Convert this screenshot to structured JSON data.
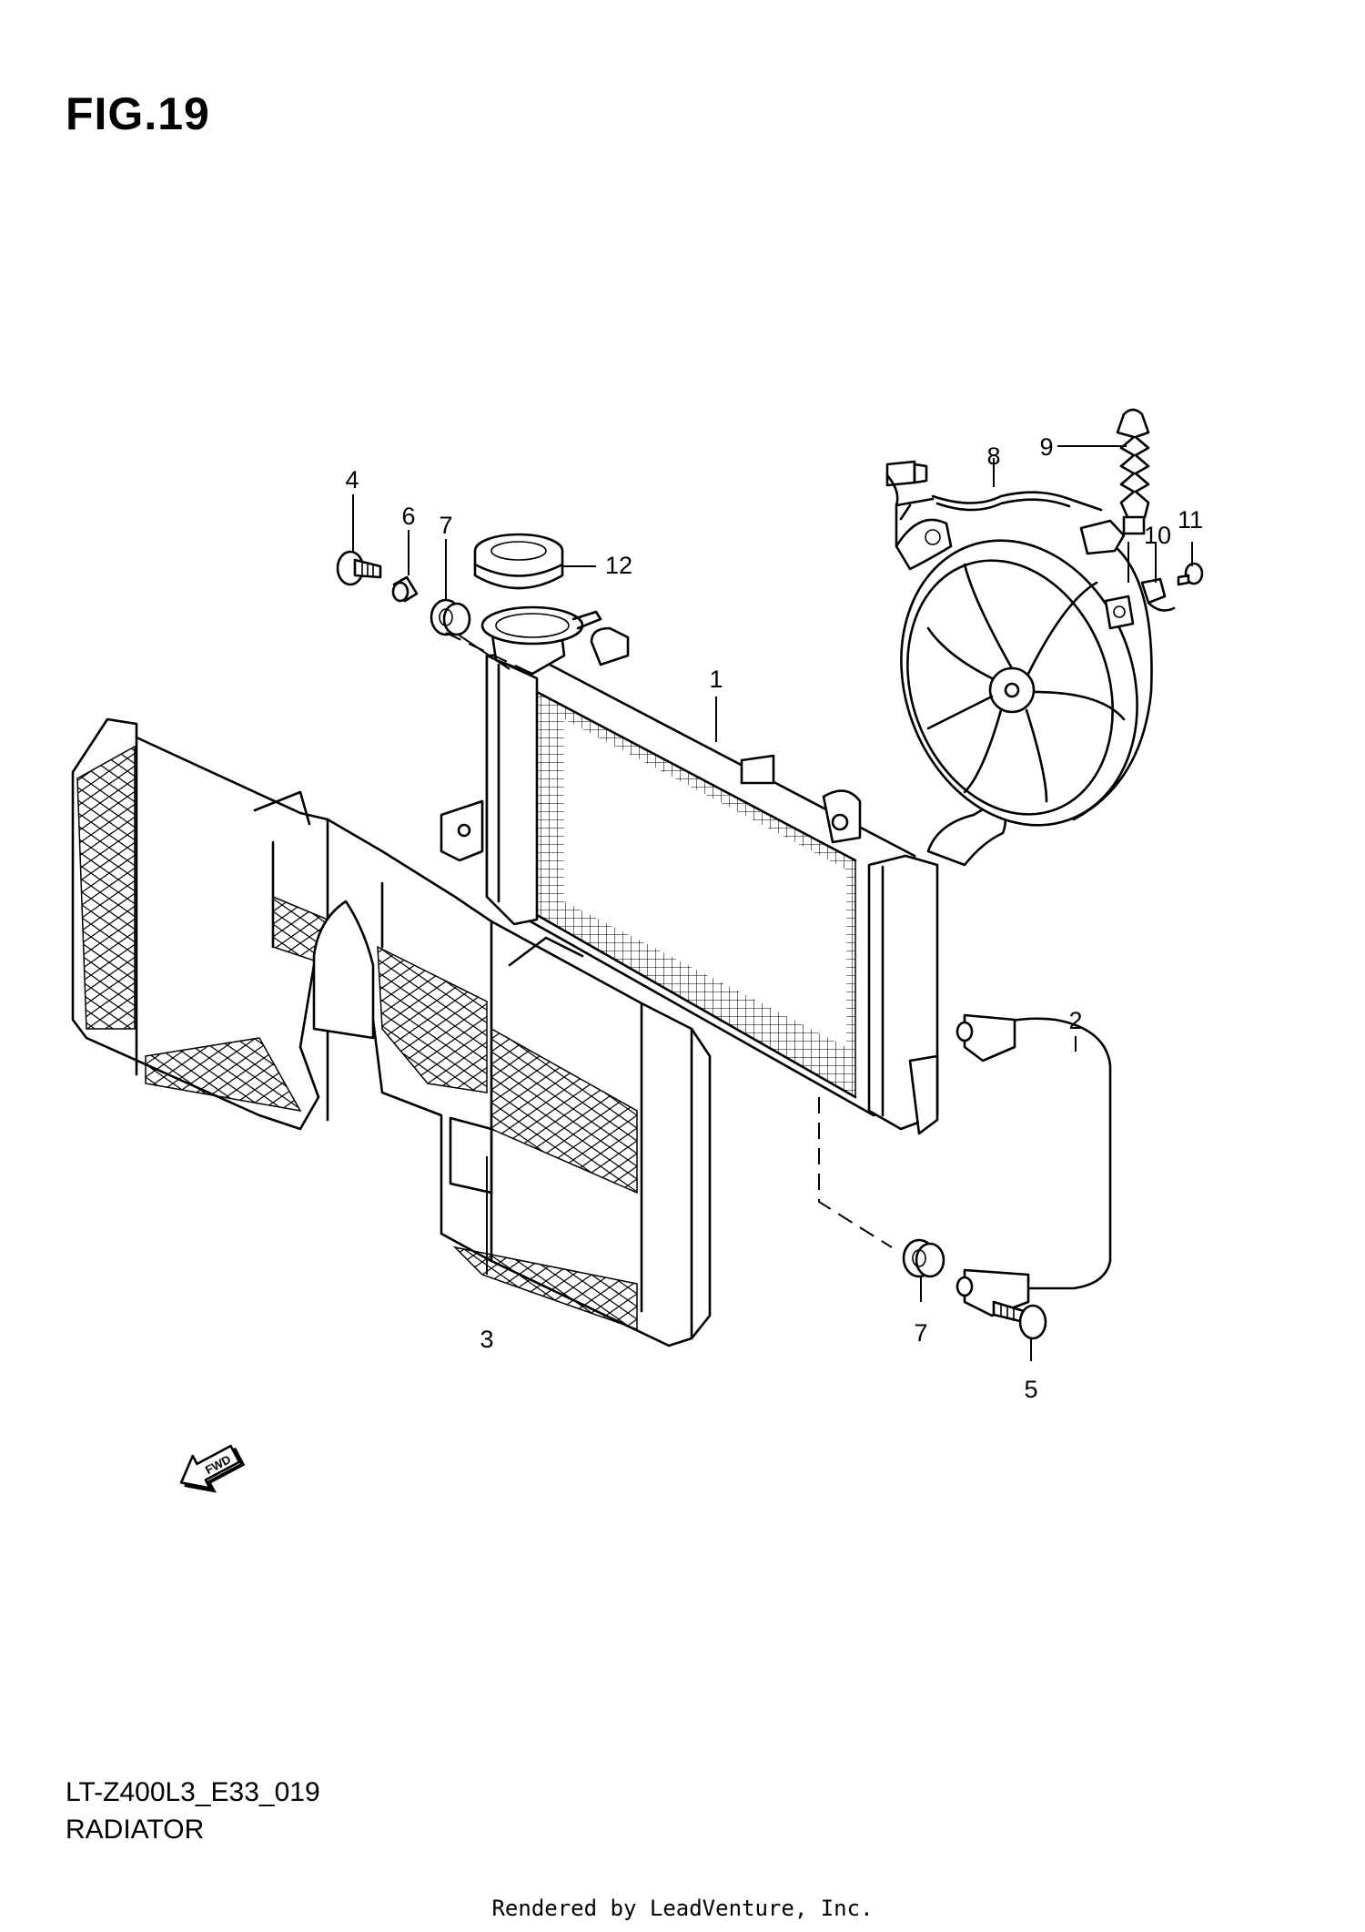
{
  "figure": {
    "title": "FIG.19"
  },
  "diagram": {
    "name": "RADIATOR",
    "code": "LT-Z400L3_E33_019",
    "fwd_label": "FWD",
    "callouts": [
      {
        "id": "c1",
        "label": "1"
      },
      {
        "id": "c2",
        "label": "2"
      },
      {
        "id": "c3",
        "label": "3"
      },
      {
        "id": "c4",
        "label": "4"
      },
      {
        "id": "c5",
        "label": "5"
      },
      {
        "id": "c6",
        "label": "6"
      },
      {
        "id": "c7a",
        "label": "7"
      },
      {
        "id": "c7b",
        "label": "7"
      },
      {
        "id": "c8",
        "label": "8"
      },
      {
        "id": "c9",
        "label": "9"
      },
      {
        "id": "c10",
        "label": "10"
      },
      {
        "id": "c11",
        "label": "11"
      },
      {
        "id": "c12",
        "label": "12"
      }
    ]
  },
  "footer": {
    "text": "Rendered by LeadVenture, Inc."
  }
}
